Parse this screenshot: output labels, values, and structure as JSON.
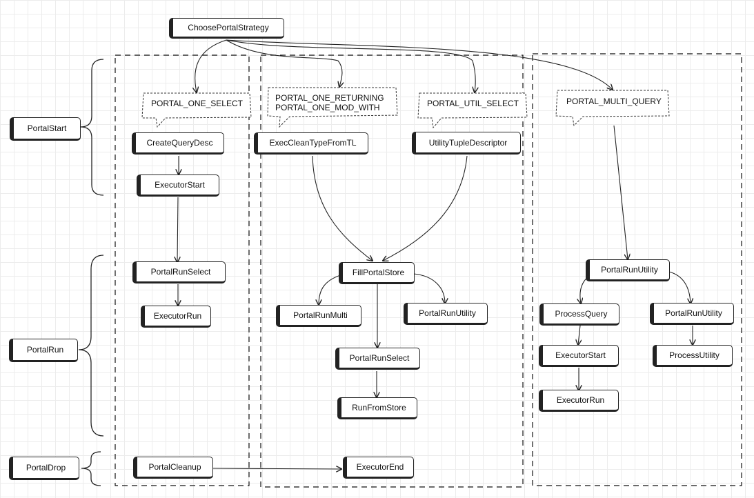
{
  "diagram": {
    "root": "ChoosePortalStrategy",
    "phases": {
      "start": "PortalStart",
      "run": "PortalRun",
      "drop": "PortalDrop"
    },
    "strategies": {
      "one_select": "PORTAL_ONE_SELECT",
      "one_returning_line1": "PORTAL_ONE_RETURNING",
      "one_returning_line2": "PORTAL_ONE_MOD_WITH",
      "util_select": "PORTAL_UTIL_SELECT",
      "multi_query": "PORTAL_MULTI_QUERY"
    },
    "col1": {
      "create_query_desc": "CreateQueryDesc",
      "executor_start": "ExecutorStart",
      "portal_run_select": "PortalRunSelect",
      "executor_run": "ExecutorRun",
      "portal_cleanup": "PortalCleanup"
    },
    "col2": {
      "exec_clean_type": "ExecCleanTypeFromTL",
      "fill_portal_store": "FillPortalStore",
      "portal_run_multi": "PortalRunMulti",
      "portal_run_select": "PortalRunSelect",
      "run_from_store": "RunFromStore",
      "executor_end": "ExecutorEnd"
    },
    "col3": {
      "utility_tuple_descriptor": "UtilityTupleDescriptor",
      "portal_run_utility": "PortalRunUtility"
    },
    "col4": {
      "portal_run_utility": "PortalRunUtility",
      "process_query": "ProcessQuery",
      "executor_start": "ExecutorStart",
      "executor_run": "ExecutorRun",
      "portal_run_utility_2": "PortalRunUtility",
      "process_utility": "ProcessUtility"
    }
  }
}
